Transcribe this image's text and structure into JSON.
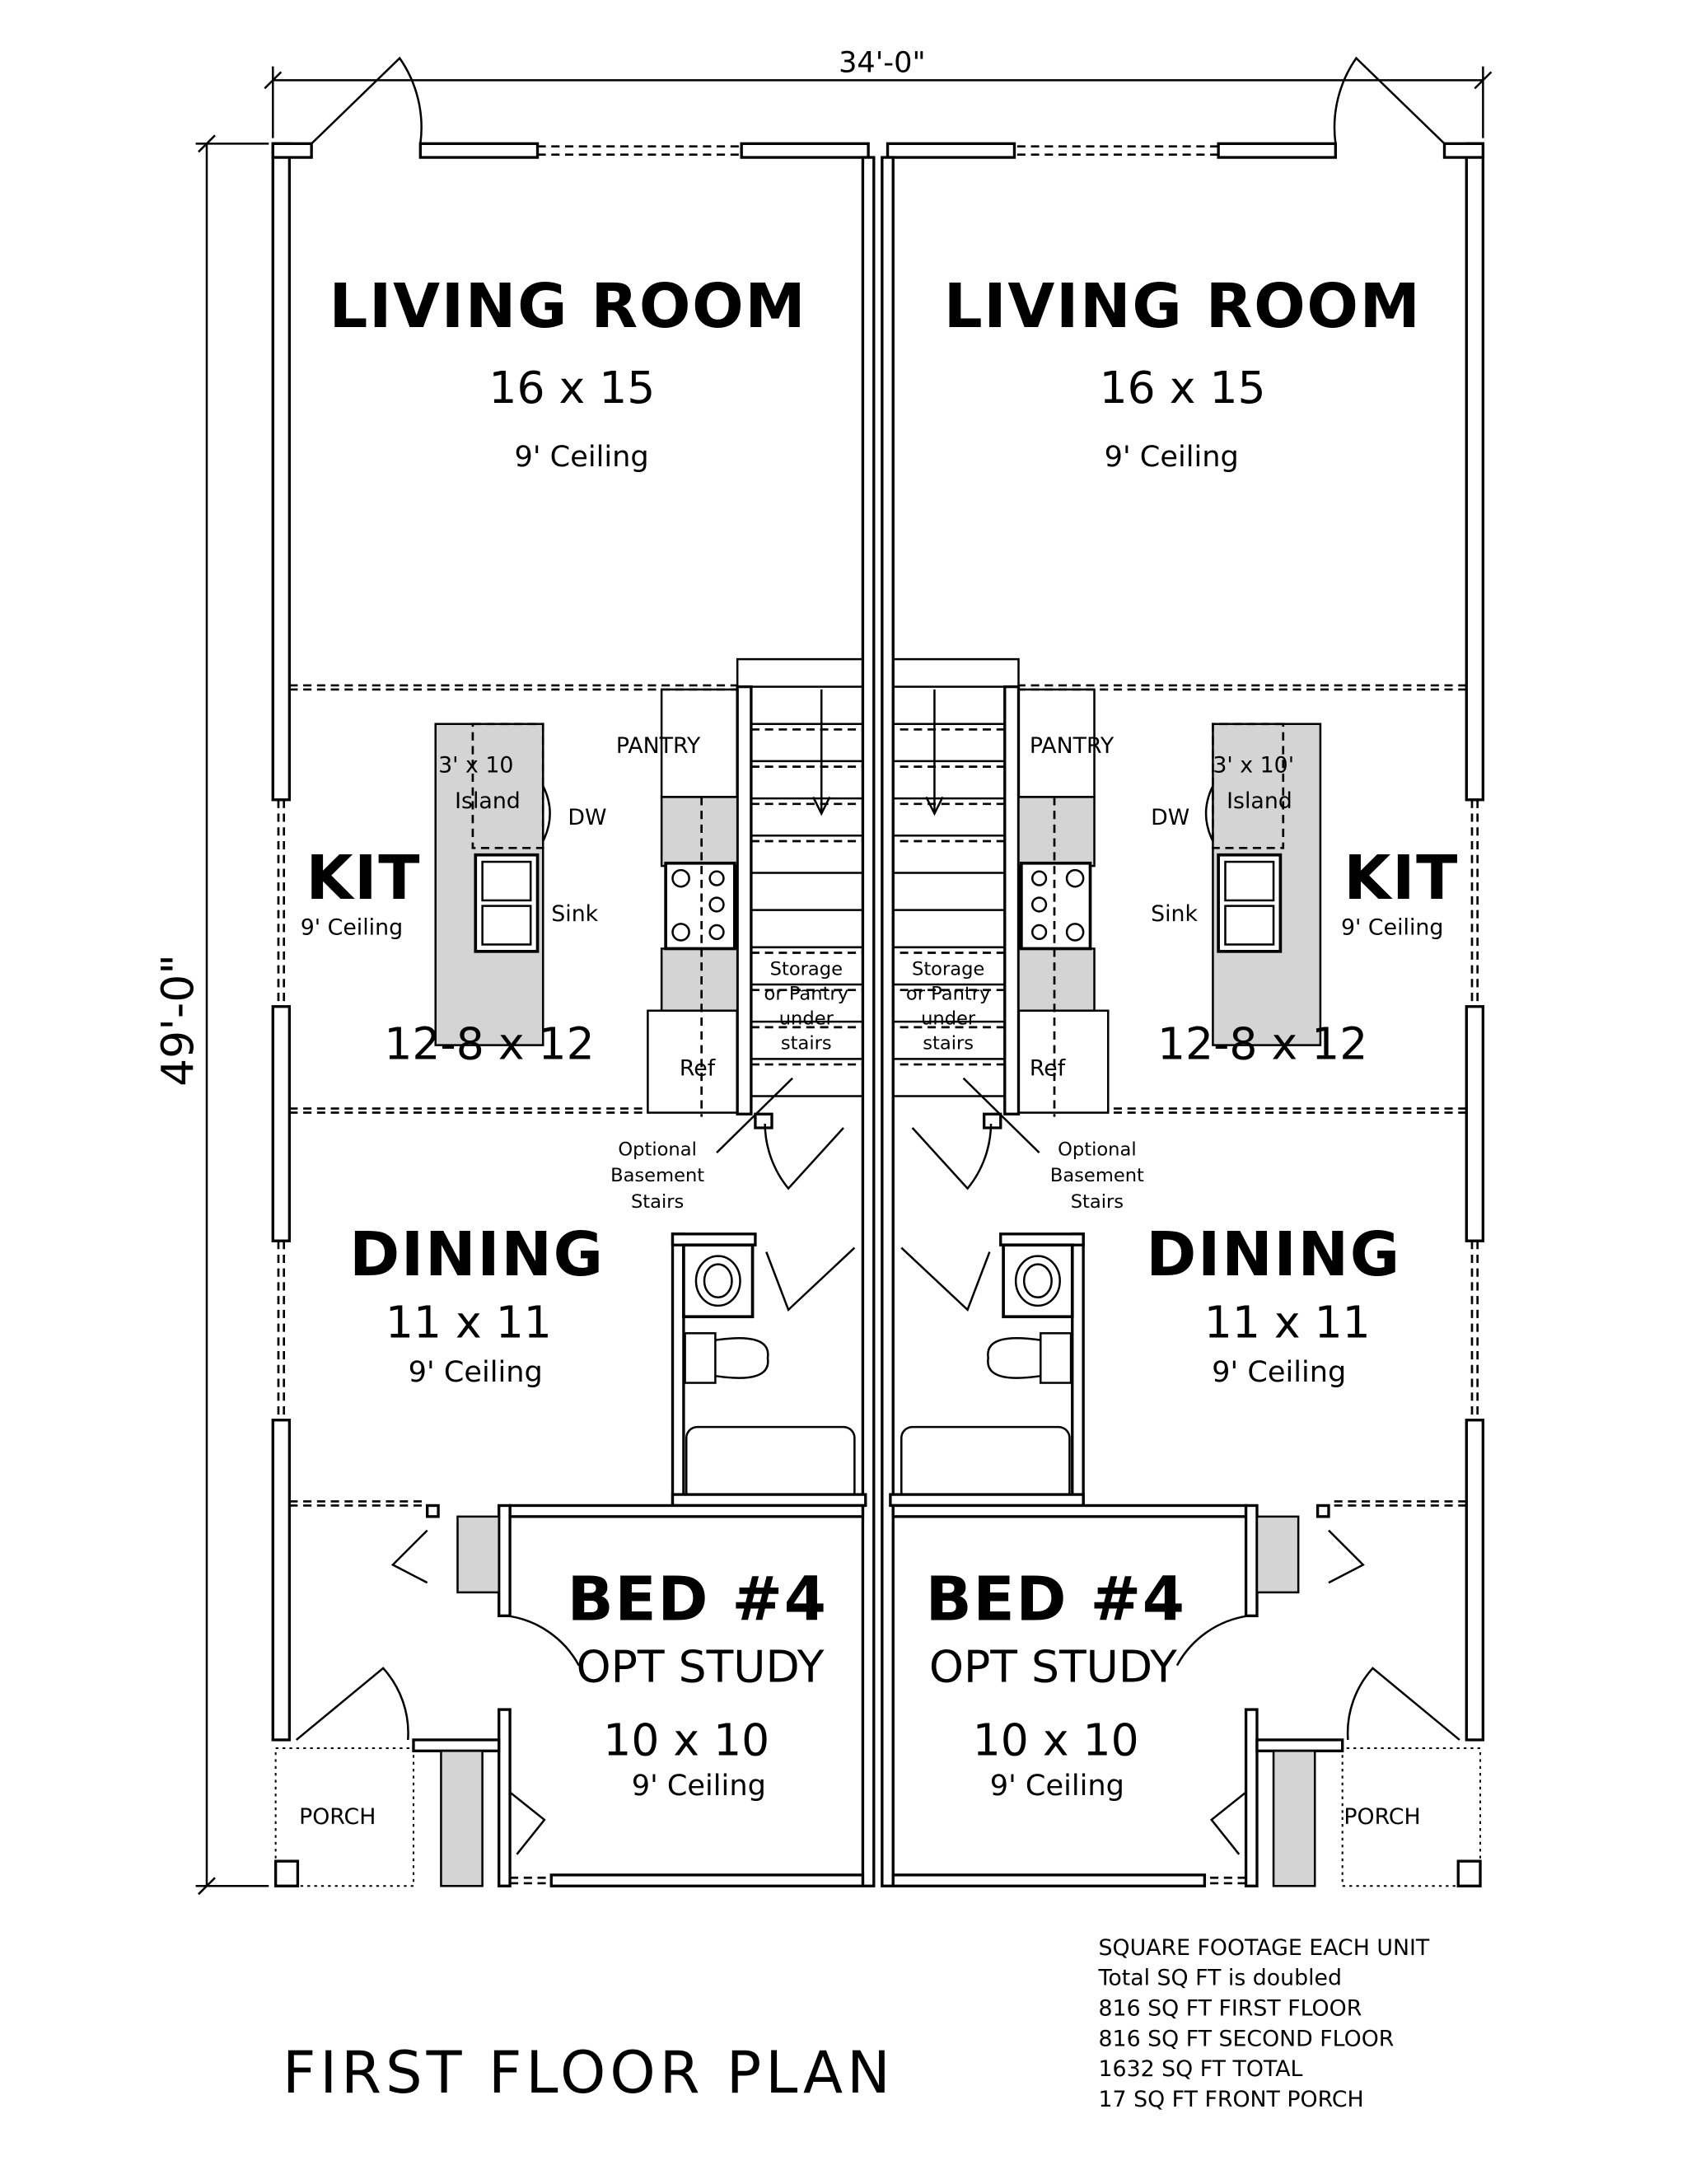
{
  "dimensions": {
    "width": "34'-0\"",
    "depth": "49'-0\""
  },
  "units": [
    {
      "living_room": {
        "name": "LIVING ROOM",
        "size": "16 x 15",
        "ceiling": "9' Ceiling"
      },
      "kitchen": {
        "name": "KIT",
        "ceiling": "9' Ceiling",
        "size": "12-8 x 12",
        "island_size": "3' x 10",
        "island_label": "Island",
        "dishwasher": "DW",
        "sink": "Sink",
        "pantry": "PANTRY",
        "refrigerator": "Ref"
      },
      "storage": [
        "Storage",
        "or Pantry",
        "under",
        "stairs"
      ],
      "basement_note": [
        "Optional",
        "Basement",
        "Stairs"
      ],
      "dining": {
        "name": "DINING",
        "size": "11 x 11",
        "ceiling": "9' Ceiling"
      },
      "bedroom": {
        "name": "BED #4",
        "alt": "OPT STUDY",
        "size": "10 x 10",
        "ceiling": "9' Ceiling"
      },
      "porch": "PORCH"
    },
    {
      "living_room": {
        "name": "LIVING ROOM",
        "size": "16 x 15",
        "ceiling": "9' Ceiling"
      },
      "kitchen": {
        "name": "KIT",
        "ceiling": "9' Ceiling",
        "size": "12-8 x 12",
        "island_size": "3' x 10'",
        "island_label": "Island",
        "dishwasher": "DW",
        "sink": "Sink",
        "pantry": "PANTRY",
        "refrigerator": "Ref"
      },
      "storage": [
        "Storage",
        "or Pantry",
        "under",
        "stairs"
      ],
      "basement_note": [
        "Optional",
        "Basement",
        "Stairs"
      ],
      "dining": {
        "name": "DINING",
        "size": "11 x 11",
        "ceiling": "9' Ceiling"
      },
      "bedroom": {
        "name": "BED #4",
        "alt": "OPT STUDY",
        "size": "10 x 10",
        "ceiling": "9' Ceiling"
      },
      "porch": "PORCH"
    }
  ],
  "title": "FIRST FLOOR PLAN",
  "square_footage": [
    "SQUARE FOOTAGE EACH UNIT",
    "Total SQ FT is doubled",
    "816 SQ FT FIRST FLOOR",
    "816 SQ FT SECOND FLOOR",
    "1632 SQ FT TOTAL",
    "17 SQ FT FRONT PORCH"
  ]
}
